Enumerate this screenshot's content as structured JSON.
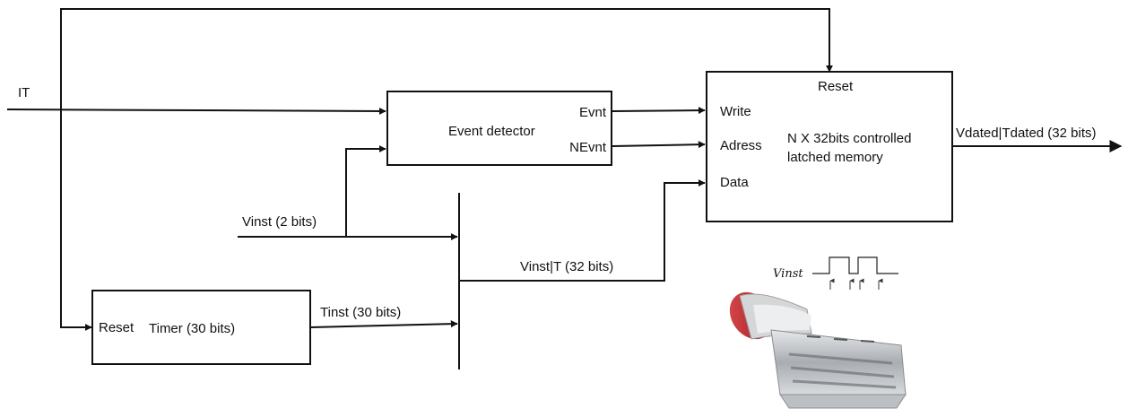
{
  "signals": {
    "it": "IT",
    "vinst": "Vinst (2 bits)",
    "vinst_t": "Vinst|T (32 bits)",
    "tinst": "Tinst (30 bits)",
    "output": "Vdated|Tdated (32 bits)"
  },
  "blocks": {
    "event_detector": {
      "title": "Event detector",
      "out_evnt": "Evnt",
      "out_nevnt": "NEvnt"
    },
    "timer": {
      "title": "Timer (30 bits)",
      "reset": "Reset"
    },
    "memory": {
      "reset": "Reset",
      "write": "Write",
      "adress": "Adress",
      "data": "Data",
      "title_line1": "N X 32bits controlled",
      "title_line2": "latched memory"
    }
  },
  "inset": {
    "signal_label": "Vinst",
    "pulses": 2,
    "arrow_count": 4,
    "stamp_icon": "date-stamp-icon"
  },
  "colors": {
    "line": "#111111",
    "stamp_handle": "#c0262c",
    "stamp_metal": "#b8bcc0"
  }
}
